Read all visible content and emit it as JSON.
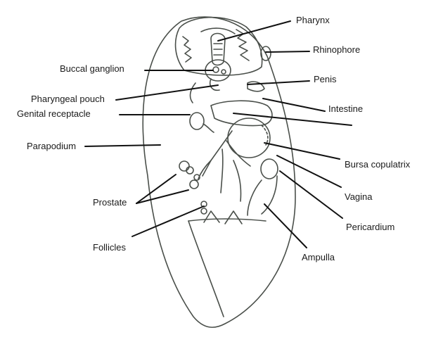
{
  "labels": {
    "pharynx": "Pharynx",
    "rhinophore": "Rhinophore",
    "buccal_ganglion": "Buccal ganglion",
    "penis": "Penis",
    "pharyngeal_pouch": "Pharyngeal pouch",
    "intestine": "Intestine",
    "genital_receptacle": "Genital receptacle",
    "parapodium": "Parapodium",
    "bursa_copulatrix": "Bursa copulatrix",
    "vagina": "Vagina",
    "prostate": "Prostate",
    "pericardium": "Pericardium",
    "follicles": "Follicles",
    "ampulla": "Ampulla"
  },
  "colors": {
    "outline": "#4a4f4a",
    "leader": "#111111",
    "text": "#1a1a1a"
  }
}
